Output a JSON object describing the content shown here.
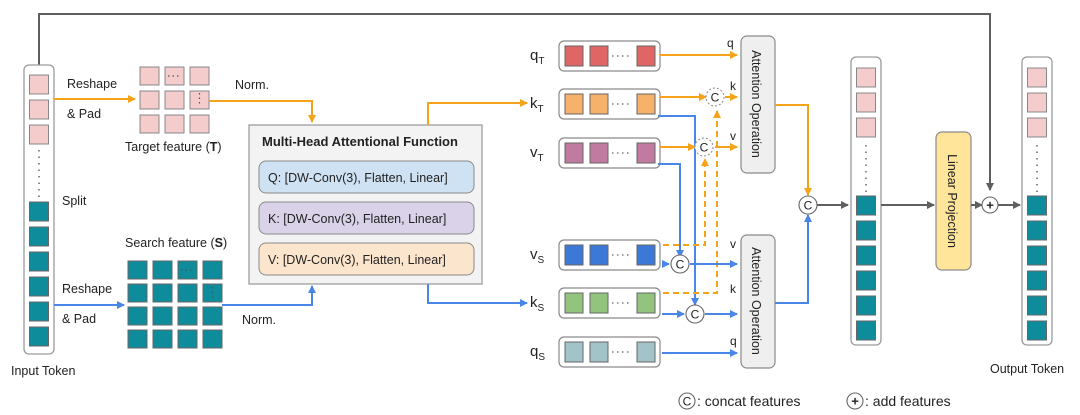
{
  "colors": {
    "target": "#f4cccc",
    "search": "#0f8c9c",
    "orange": "#f5a31a",
    "blue": "#4a86e8",
    "gray_line": "#5f5f5f",
    "qT": "#e06666",
    "kT": "#f6b26b",
    "vT": "#c27ba0",
    "vS": "#3c78d8",
    "kS": "#93c47d",
    "qS": "#a2c4c9",
    "q_row": "#cfe2f3",
    "k_row": "#d9d2e9",
    "v_row": "#fce5cd",
    "linear": "#ffe599",
    "box_fill": "#f3f3f3"
  },
  "input_token": {
    "label": "Input Token"
  },
  "left_labels": {
    "reshape_top": "Reshape",
    "pad_top": "& Pad",
    "split": "Split",
    "reshape_bottom": "Reshape",
    "pad_bottom": "& Pad",
    "norm_top": "Norm.",
    "norm_bottom": "Norm."
  },
  "target_feature": {
    "label_prefix": "Target feature (",
    "label_bold": "T",
    "label_suffix": ")"
  },
  "search_feature": {
    "label_prefix": "Search feature (",
    "label_bold": "S",
    "label_suffix": ")"
  },
  "mhaf": {
    "title": "Multi-Head Attentional Function",
    "rows": [
      {
        "text": "Q: [DW-Conv(3), Flatten, Linear]"
      },
      {
        "text": "K: [DW-Conv(3), Flatten, Linear]"
      },
      {
        "text": "V: [DW-Conv(3), Flatten, Linear]"
      }
    ]
  },
  "tokens": [
    {
      "main": "q",
      "sub": "T"
    },
    {
      "main": "k",
      "sub": "T"
    },
    {
      "main": "v",
      "sub": "T"
    },
    {
      "main": "v",
      "sub": "S"
    },
    {
      "main": "k",
      "sub": "S"
    },
    {
      "main": "q",
      "sub": "S"
    }
  ],
  "ports": {
    "q": "q",
    "k": "k",
    "v": "v"
  },
  "attention": {
    "label": "Attention Operation"
  },
  "linear_projection": {
    "label": "Linear Projection"
  },
  "output_token": {
    "label": "Output Token"
  },
  "concat_symbol": "C",
  "add_symbol": "+",
  "legend": {
    "concat_symbol": "C",
    "concat_text": ": concat features",
    "add_symbol": "+",
    "add_text": ": add features"
  }
}
